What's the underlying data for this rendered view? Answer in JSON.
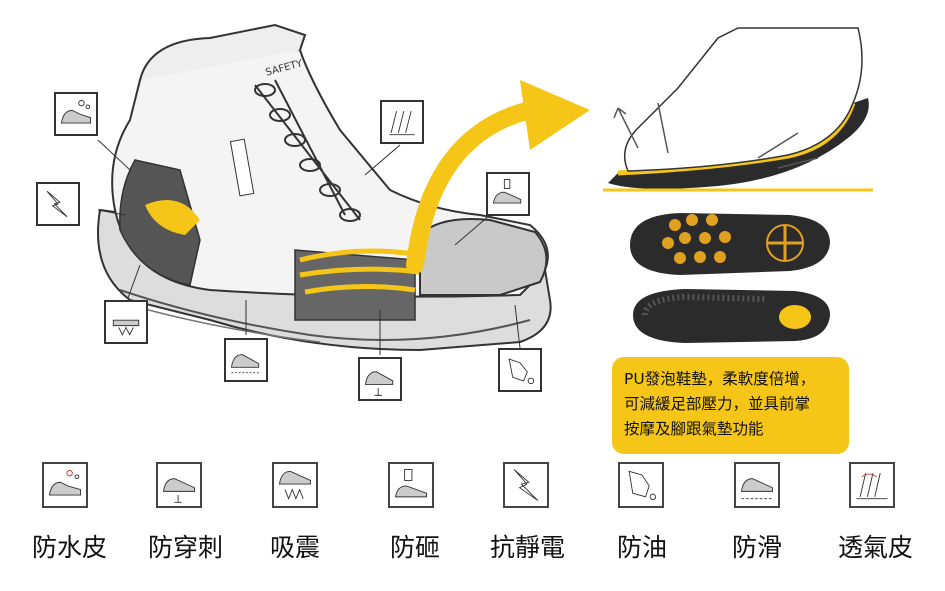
{
  "callout": {
    "lines": [
      "PU發泡鞋墊，柔軟度倍增，",
      "可減緩足部壓力，並具前掌",
      "按摩及腳跟氣墊功能"
    ],
    "background": "#f5c518"
  },
  "features": [
    {
      "label": "防水皮",
      "icon": "waterproof-leather-icon"
    },
    {
      "label": "防穿刺",
      "icon": "puncture-resistant-icon"
    },
    {
      "label": "吸震",
      "icon": "shock-absorption-icon"
    },
    {
      "label": "防砸",
      "icon": "impact-resistant-icon"
    },
    {
      "label": "抗靜電",
      "icon": "antistatic-icon"
    },
    {
      "label": "防油",
      "icon": "oil-resistant-icon"
    },
    {
      "label": "防滑",
      "icon": "slip-resistant-icon"
    },
    {
      "label": "透氣皮",
      "icon": "breathable-leather-icon"
    }
  ],
  "boot_brand_text": "SAFETY",
  "colors": {
    "accent": "#f5c518",
    "line": "#333333",
    "insole_dark": "#2b2b2b"
  }
}
